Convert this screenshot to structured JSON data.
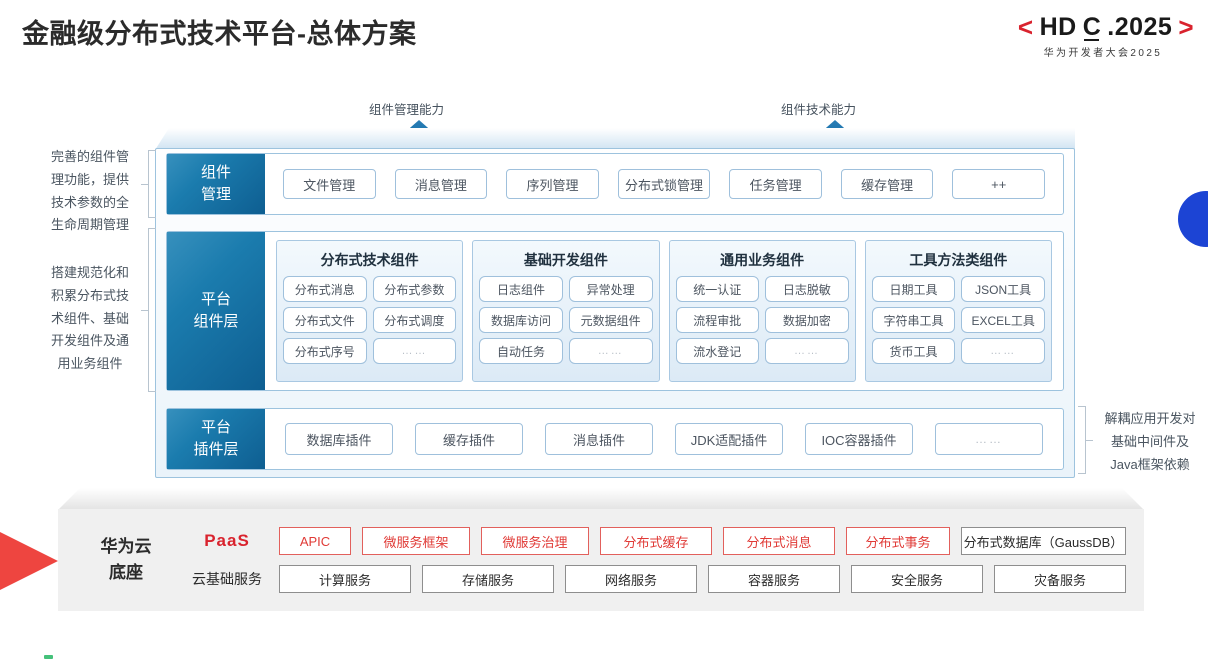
{
  "header": {
    "title": "金融级分布式技术平台-总体方案",
    "logo": {
      "left_bracket": "<",
      "right_bracket": ">",
      "text_before_c": "HD",
      "text_c": "C",
      "text_after_c": ".2025",
      "subtitle": "华为开发者大会2025",
      "bracket_color": "#d9232e"
    }
  },
  "arrows": {
    "left_label": "组件管理能力",
    "right_label": "组件技术能力"
  },
  "notes": {
    "left_top": "完善的组件管理功能，提供技术参数的全生命周期管理",
    "left_top_lines": [
      "完善的组件管",
      "理功能，提供",
      "技术参数的全",
      "生命周期管理"
    ],
    "left_mid_lines": [
      "搭建规范化和",
      "积累分布式技",
      "术组件、基础",
      "开发组件及通",
      "用业务组件"
    ],
    "right_lines": [
      "解耦应用开发对",
      "基础中间件及",
      "Java框架依赖"
    ]
  },
  "layers": {
    "component_mgmt": {
      "label_lines": [
        "组件",
        "管理"
      ],
      "items": [
        "文件管理",
        "消息管理",
        "序列管理",
        "分布式锁管理",
        "任务管理",
        "缓存管理",
        "++"
      ]
    },
    "platform_component": {
      "label_lines": [
        "平台",
        "组件层"
      ],
      "groups": [
        {
          "title": "分布式技术组件",
          "cells": [
            "分布式消息",
            "分布式参数",
            "分布式文件",
            "分布式调度",
            "分布式序号",
            "……"
          ]
        },
        {
          "title": "基础开发组件",
          "cells": [
            "日志组件",
            "异常处理",
            "数据库访问",
            "元数据组件",
            "自动任务",
            "……"
          ]
        },
        {
          "title": "通用业务组件",
          "cells": [
            "统一认证",
            "日志脱敏",
            "流程审批",
            "数据加密",
            "流水登记",
            "……"
          ]
        },
        {
          "title": "工具方法类组件",
          "cells": [
            "日期工具",
            "JSON工具",
            "字符串工具",
            "EXCEL工具",
            "货币工具",
            "……"
          ]
        }
      ]
    },
    "platform_plugin": {
      "label_lines": [
        "平台",
        "插件层"
      ],
      "items": [
        "数据库插件",
        "缓存插件",
        "消息插件",
        "JDK适配插件",
        "IOC容器插件",
        "……"
      ]
    }
  },
  "bottom": {
    "base_lines": [
      "华为云",
      "底座"
    ],
    "paas_label": "PaaS",
    "cloud_label": "云基础服务",
    "paas_items": [
      {
        "label": "APIC",
        "style": "red"
      },
      {
        "label": "微服务框架",
        "style": "red"
      },
      {
        "label": "微服务治理",
        "style": "red"
      },
      {
        "label": "分布式缓存",
        "style": "red"
      },
      {
        "label": "分布式消息",
        "style": "red"
      },
      {
        "label": "分布式事务",
        "style": "red"
      },
      {
        "label": "分布式数据库（GaussDB）",
        "style": "grey"
      }
    ],
    "cloud_items": [
      "计算服务",
      "存储服务",
      "网络服务",
      "容器服务",
      "安全服务",
      "灾备服务"
    ]
  },
  "colors": {
    "brand_red": "#d9232e",
    "layer_blue_dark": "#0e5e91",
    "layer_blue_light": "#3790bd",
    "accent_circle": "#1c44d4",
    "wedge_red": "#ee4540"
  }
}
